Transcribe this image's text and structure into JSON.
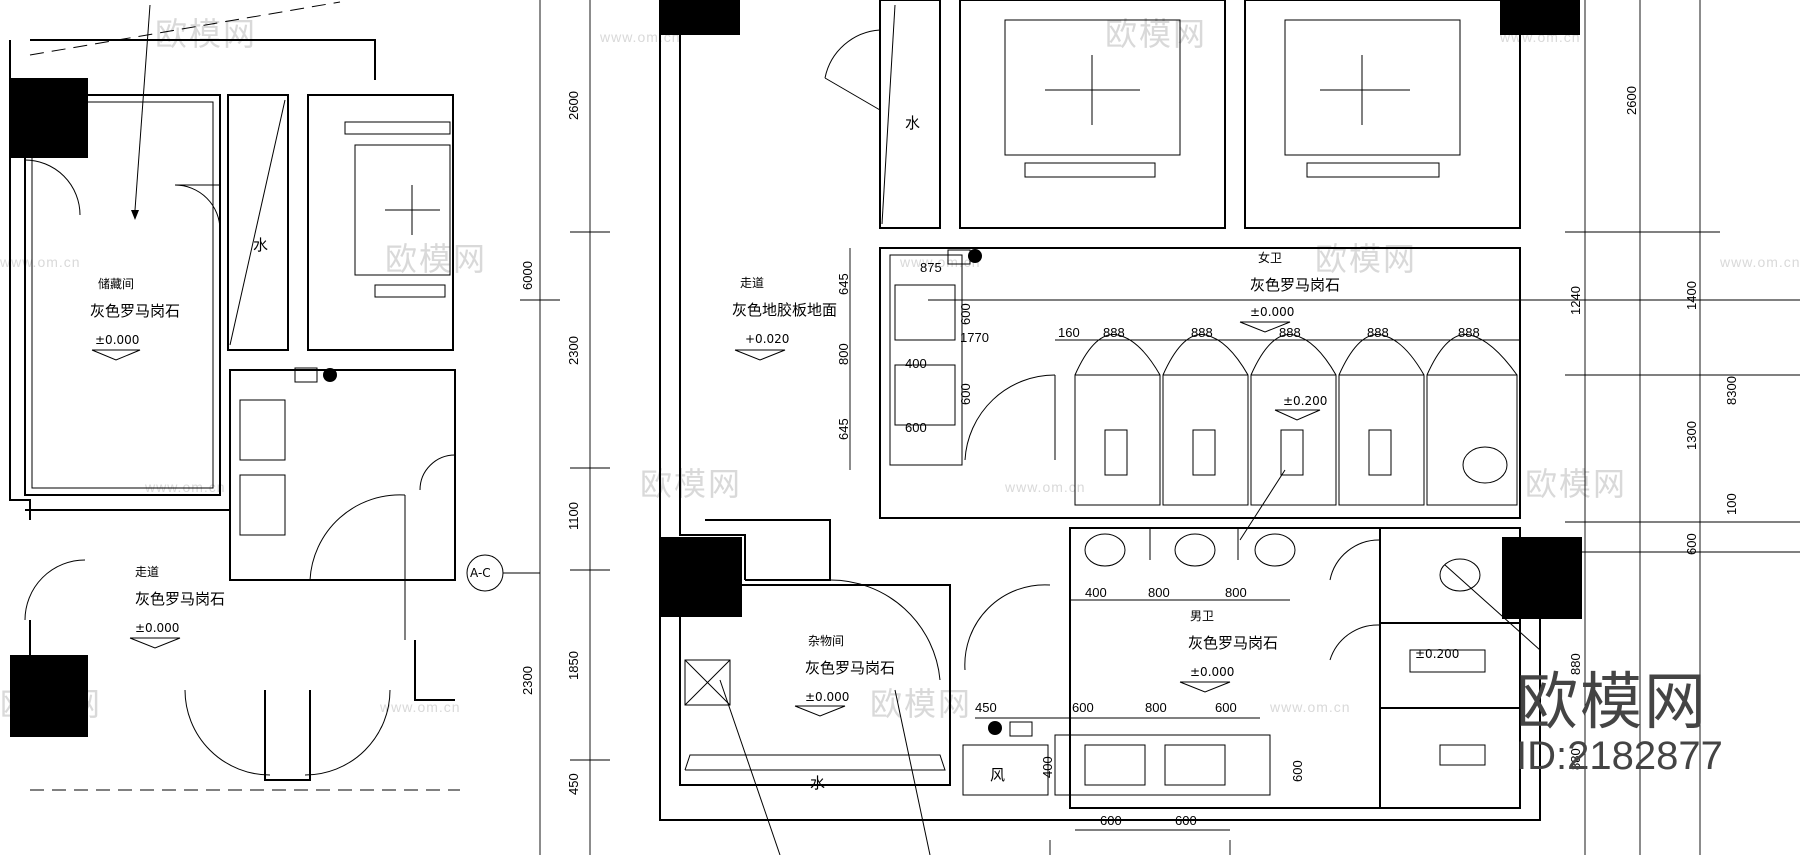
{
  "brand": {
    "logo_text": "欧模网",
    "id_text": "ID:2182877"
  },
  "watermark": {
    "text": "欧模网",
    "url": "www.om.cn"
  },
  "rooms": {
    "storage": {
      "name": "储藏间",
      "floor": "灰色罗马岗石",
      "level": "±0.000"
    },
    "corridor_left": {
      "name": "走道",
      "floor": "灰色罗马岗石",
      "level": "±0.000"
    },
    "corridor_main": {
      "name": "走道",
      "floor": "灰色地胶板地面",
      "level": "+0.020"
    },
    "female_wc": {
      "name": "女卫",
      "floor": "灰色罗马岗石",
      "level": "±0.000"
    },
    "male_wc": {
      "name": "男卫",
      "floor": "灰色罗马岗石",
      "level": "±0.000"
    },
    "sundries": {
      "name": "杂物间",
      "floor": "灰色罗马岗石",
      "level": "±0.000"
    }
  },
  "labels": {
    "water": "水",
    "wind": "风",
    "axis": "A-C"
  },
  "levels": {
    "stall": "±0.200",
    "accessible": "±0.200"
  },
  "dimensions": {
    "left_vertical": [
      "2600",
      "6000",
      "2300",
      "1100",
      "1850",
      "2300",
      "450"
    ],
    "right_vertical": [
      "2600",
      "1400",
      "1240",
      "8300",
      "1300",
      "100",
      "600",
      "880",
      "880"
    ],
    "vanity_left": [
      "645",
      "800",
      "645",
      "600",
      "600"
    ],
    "vanity_top": [
      "875",
      "1770",
      "400",
      "600"
    ],
    "stalls": [
      "160",
      "888",
      "888",
      "888",
      "888",
      "888"
    ],
    "urinals": [
      "400",
      "800",
      "800"
    ],
    "basins_top": [
      "450",
      "600",
      "800",
      "600"
    ],
    "basins_bottom": [
      "600",
      "600"
    ],
    "basin_side": [
      "600",
      "400"
    ]
  }
}
